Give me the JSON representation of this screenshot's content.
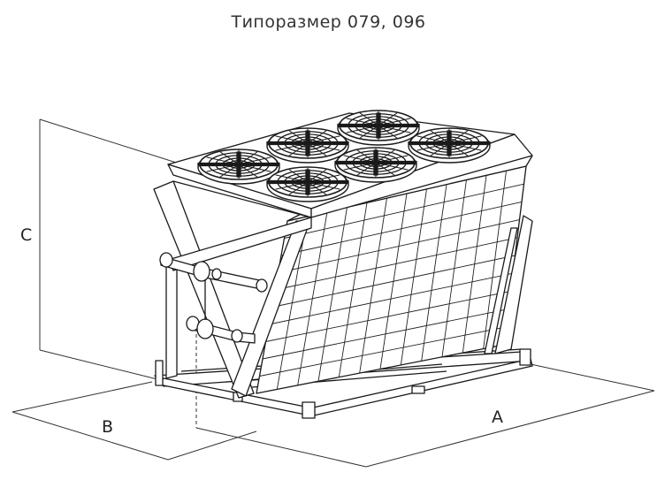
{
  "title": "Типоразмер 079, 096",
  "dimensions": {
    "c_label": "C",
    "b_label": "B",
    "a_label": "A"
  },
  "fans": {
    "count": 6,
    "icon": "fan-guard-icon"
  },
  "colors": {
    "line": "#1a1a1a",
    "dimension_line": "#333333",
    "background": "#ffffff"
  }
}
